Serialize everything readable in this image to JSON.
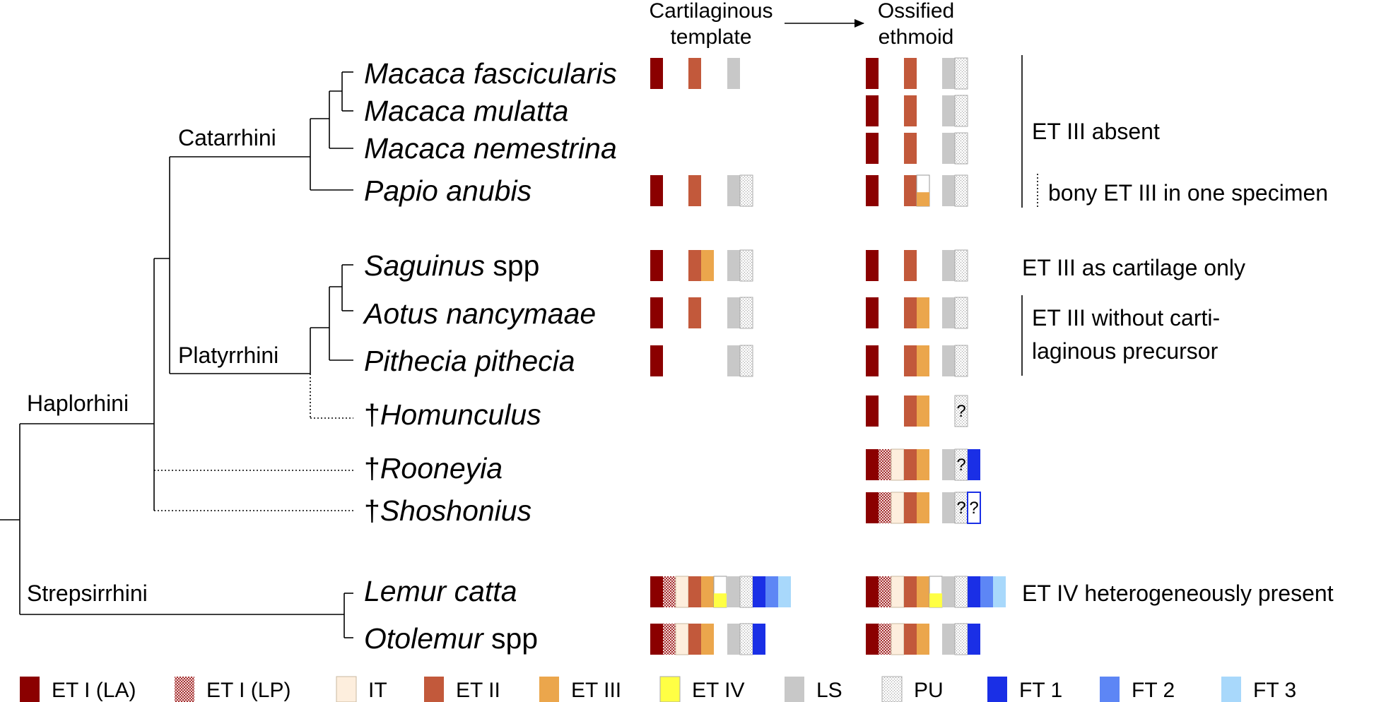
{
  "header": {
    "template_line1": "Cartilaginous",
    "template_line2": "template",
    "ossified_line1": "Ossified",
    "ossified_line2": "ethmoid"
  },
  "clades": {
    "haplorhini": "Haplorhini",
    "catarrhini": "Catarrhini",
    "platyrrhini": "Platyrrhini",
    "strepsirrhini": "Strepsirrhini"
  },
  "taxa": [
    {
      "id": "mf",
      "name": "Macaca fascicularis",
      "upright": "",
      "fossil": false
    },
    {
      "id": "mm",
      "name": "Macaca mulatta",
      "upright": "",
      "fossil": false
    },
    {
      "id": "mn",
      "name": "Macaca nemestrina",
      "upright": "",
      "fossil": false
    },
    {
      "id": "pa",
      "name": "Papio anubis",
      "upright": "",
      "fossil": false
    },
    {
      "id": "sa",
      "name": "Saguinus",
      "upright": " spp",
      "fossil": false
    },
    {
      "id": "an",
      "name": "Aotus nancymaae",
      "upright": "",
      "fossil": false
    },
    {
      "id": "pp",
      "name": "Pithecia pithecia",
      "upright": "",
      "fossil": false
    },
    {
      "id": "ho",
      "name": "Homunculus",
      "upright": "",
      "fossil": true
    },
    {
      "id": "ro",
      "name": "Rooneyia",
      "upright": "",
      "fossil": true
    },
    {
      "id": "sh",
      "name": "Shoshonius",
      "upright": "",
      "fossil": true
    },
    {
      "id": "lc",
      "name": "Lemur catta",
      "upright": "",
      "fossil": false
    },
    {
      "id": "os",
      "name": "Otolemur",
      "upright": " spp",
      "fossil": false
    }
  ],
  "dagger": "†",
  "notes": {
    "et3_absent": "ET III absent",
    "bony_et3": "bony ET III in one specimen",
    "cartilage_only": "ET III as cartilage only",
    "without_line1": "ET III without carti-",
    "without_line2": "laginous precursor",
    "et4_het": "ET IV heterogeneously present"
  },
  "unknown_mark": "?",
  "colors": {
    "LA": "#8b0000",
    "LP": "#c87d7d",
    "IT": "#fdeedd",
    "ET2": "#c2593b",
    "ET3": "#eba64c",
    "ET4": "#ffff44",
    "LS": "#c8c8c8",
    "PU": "#f4f4f4",
    "FT1": "#1a2fe6",
    "FT2": "#5d86f5",
    "FT3": "#a8d8fb"
  },
  "legend": [
    {
      "key": "LA",
      "label": "ET I (LA)"
    },
    {
      "key": "LP",
      "label": "ET I (LP)"
    },
    {
      "key": "IT",
      "label": "IT"
    },
    {
      "key": "ET2",
      "label": "ET II"
    },
    {
      "key": "ET3",
      "label": "ET III"
    },
    {
      "key": "ET4",
      "label": "ET IV"
    },
    {
      "key": "LS",
      "label": "LS"
    },
    {
      "key": "PU",
      "label": "PU"
    },
    {
      "key": "FT1",
      "label": "FT 1"
    },
    {
      "key": "FT2",
      "label": "FT 2"
    },
    {
      "key": "FT3",
      "label": "FT 3"
    }
  ],
  "character_matrix": {
    "mf": {
      "template": [
        "LA",
        "ET2",
        "LS"
      ],
      "ossified": [
        "LA",
        "ET2",
        "LS",
        "PU"
      ]
    },
    "mm": {
      "template": [],
      "ossified": [
        "LA",
        "ET2",
        "LS",
        "PU"
      ]
    },
    "mn": {
      "template": [],
      "ossified": [
        "LA",
        "ET2",
        "LS",
        "PU"
      ]
    },
    "pa": {
      "template": [
        "LA",
        "ET2",
        "LS",
        "PU"
      ],
      "ossified": [
        "LA",
        "ET2",
        "ET3 (partial)",
        "LS",
        "PU"
      ]
    },
    "sa": {
      "template": [
        "LA",
        "ET2",
        "ET3",
        "LS",
        "PU"
      ],
      "ossified": [
        "LA",
        "ET2",
        "LS",
        "PU"
      ]
    },
    "an": {
      "template": [
        "LA",
        "ET2",
        "LS",
        "PU"
      ],
      "ossified": [
        "LA",
        "ET2",
        "ET3",
        "LS",
        "PU"
      ]
    },
    "pp": {
      "template": [
        "LA",
        "LS",
        "PU"
      ],
      "ossified": [
        "LA",
        "ET2",
        "ET3",
        "LS",
        "PU"
      ]
    },
    "ho": {
      "template": [],
      "ossified": [
        "LA",
        "ET2",
        "ET3",
        "PU (uncertain)"
      ]
    },
    "ro": {
      "template": [],
      "ossified": [
        "LA",
        "LP",
        "IT",
        "ET2",
        "ET3",
        "LS",
        "PU (uncertain)",
        "FT1"
      ]
    },
    "sh": {
      "template": [],
      "ossified": [
        "LA",
        "LP",
        "IT",
        "ET2",
        "ET3",
        "LS",
        "PU (uncertain)",
        "FT1 (uncertain)"
      ]
    },
    "lc": {
      "template": [
        "LA",
        "LP",
        "IT",
        "ET2",
        "ET3",
        "ET4 (partial)",
        "LS",
        "PU",
        "FT1",
        "FT2",
        "FT3"
      ],
      "ossified": [
        "LA",
        "LP",
        "IT",
        "ET2",
        "ET3",
        "ET4 (partial)",
        "LS",
        "PU",
        "FT1",
        "FT2",
        "FT3"
      ]
    },
    "os": {
      "template": [
        "LA",
        "LP",
        "IT",
        "ET2",
        "ET3",
        "LS",
        "PU",
        "FT1"
      ],
      "ossified": [
        "LA",
        "LP",
        "IT",
        "ET2",
        "ET3",
        "LS",
        "PU",
        "FT1"
      ]
    }
  }
}
